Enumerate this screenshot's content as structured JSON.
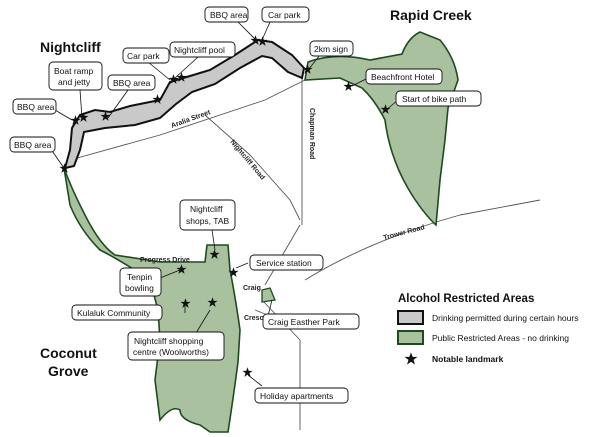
{
  "places": {
    "nightcliff": "Nightcliff",
    "rapid_creek": "Rapid Creek",
    "coconut_grove_1": "Coconut",
    "coconut_grove_2": "Grove"
  },
  "roads": {
    "aralia": "Aralia Street",
    "nightcliff_rd": "Nightcliff Road",
    "chapman": "Chapman Road",
    "trower": "Trower Road",
    "progress": "Progress Drive",
    "craig": "Craig",
    "crescent": "Crescent"
  },
  "landmarks": {
    "bbq_area_top": "BBQ area",
    "car_park_top": "Car park",
    "nightcliff_pool": "Nightcliff pool",
    "car_park_left": "Car park",
    "km_sign": "2km sign",
    "boat_ramp_1": "Boat ramp",
    "boat_ramp_2": "and jetty",
    "bbq_area_mid": "BBQ area",
    "beachfront_hotel": "Beachfront Hotel",
    "bbq_area_left": "BBQ area",
    "start_bike_path": "Start of bike path",
    "bbq_area_low": "BBQ area",
    "shops_1": "Nightcliff",
    "shops_2": "shops, TAB",
    "service_station": "Service station",
    "tenpin_1": "Tenpin",
    "tenpin_2": "bowling",
    "kulaluk": "Kulaluk Community",
    "craig_easther": "Craig Easther Park",
    "shopping_1": "Nightcliff shopping",
    "shopping_2": "centre (Woolworths)",
    "holiday_apartments": "Holiday apartments"
  },
  "legend": {
    "title": "Alcohol Restricted Areas",
    "drinking_permitted": "Drinking permitted during certain hours",
    "public_restricted": "Public Restricted Areas - no drinking",
    "notable_landmark": "Notable landmark"
  },
  "colors": {
    "restricted_fill": "#a9c19f",
    "restricted_stroke": "#1f4a1f",
    "permitted_fill": "#c9c9c9",
    "permitted_stroke": "#111111",
    "road": "#555555"
  }
}
